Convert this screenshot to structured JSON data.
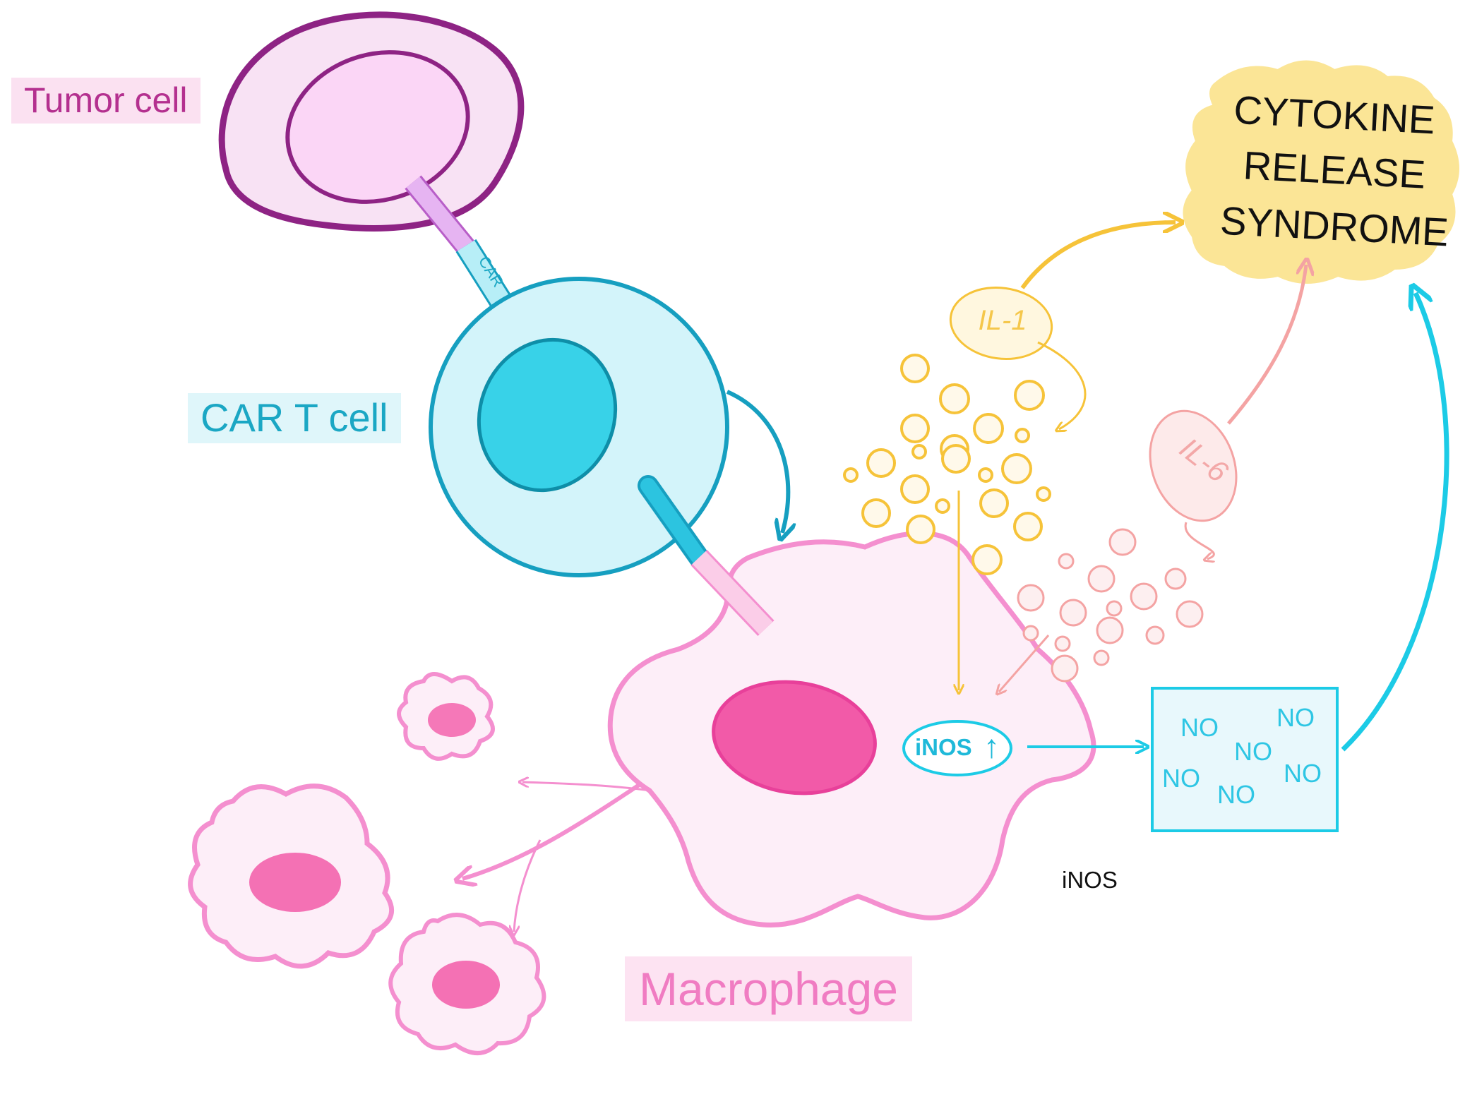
{
  "labels": {
    "tumor_cell": "Tumor cell",
    "car_t_cell": "CAR T cell",
    "car": "CAR",
    "macrophage": "Macrophage",
    "crs_line1": "CYTOKINE",
    "crs_line2": "RELEASE",
    "crs_line3": "SYNDROME",
    "il1": "IL-1",
    "il6": "IL-6",
    "inos_in_cell": "iNOS",
    "inos_up_arrow": "↑",
    "inos_caption": "iNOS",
    "no_items": [
      "NO",
      "NO",
      "NO",
      "NO",
      "NO",
      "NO"
    ]
  },
  "colors": {
    "tumor_outline": "#8e2384",
    "tumor_fill": "#f8e2f4",
    "tumor_nucleus": "#fbd6f6",
    "car_t_outline": "#169fc0",
    "car_t_fill": "#d3f4fa",
    "car_t_nucleus": "#38d2e8",
    "car_t_nucleus_outline": "#0e8ea8",
    "macrophage_outline": "#f48fcf",
    "macrophage_fill": "#fdeef8",
    "macrophage_nucleus": "#f25aa8",
    "il1_color": "#f6c339",
    "il6_color": "#f4a3a3",
    "no_color": "#2ec6e4",
    "crs_fill": "#fbe596"
  }
}
